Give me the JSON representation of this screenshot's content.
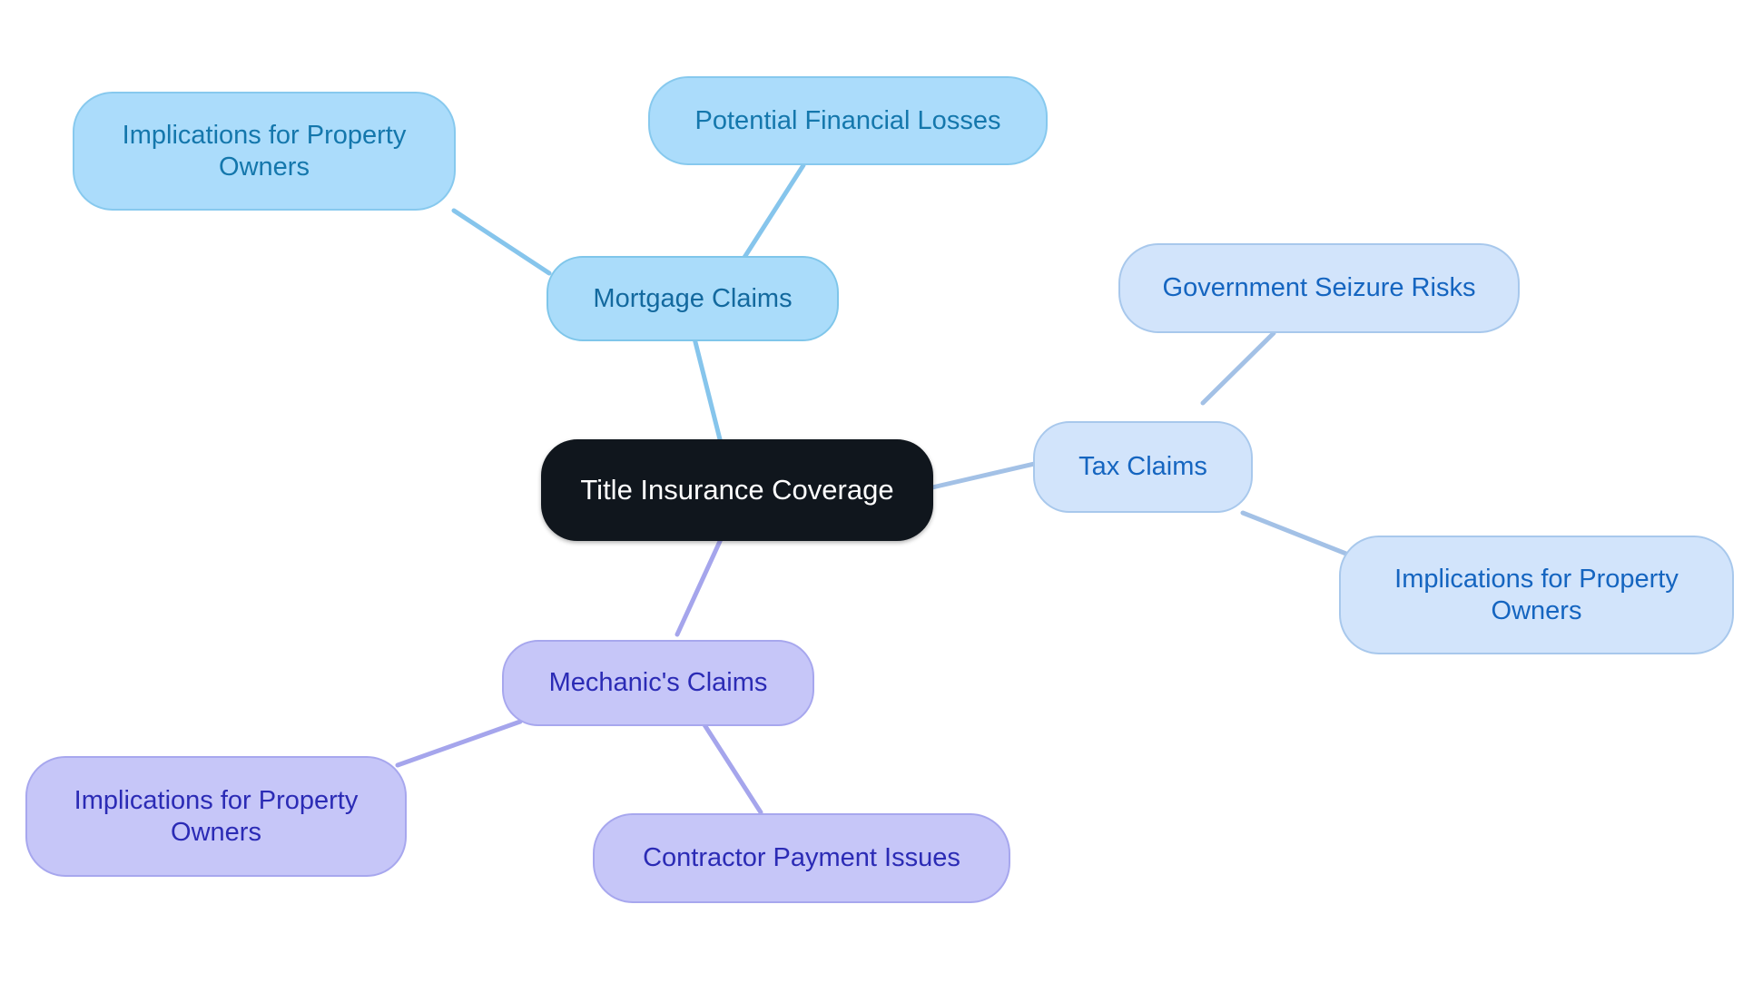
{
  "diagram": {
    "type": "mindmap",
    "title": "Title Insurance Coverage",
    "background_color": "#ffffff",
    "root": {
      "id": "root",
      "label": "Title Insurance Coverage",
      "fill": "#10161d",
      "text_color": "#ffffff"
    },
    "branches": [
      {
        "id": "mortgage-claims",
        "label": "Mortgage Claims",
        "fill": "#aadcfa",
        "border": "#7fc6ea",
        "text_color": "#13699e",
        "edge_color": "#86c5ec",
        "children": [
          {
            "id": "implications-for-property-owners-mortgage",
            "label": "Implications for Property\nOwners",
            "fill": "#abdcfb",
            "border": "#87c9ee",
            "text_color": "#1477ac"
          },
          {
            "id": "potential-financial-losses",
            "label": "Potential Financial Losses",
            "fill": "#abdcfb",
            "border": "#87c9ee",
            "text_color": "#1477ac"
          }
        ]
      },
      {
        "id": "tax-claims",
        "label": "Tax Claims",
        "fill": "#d2e4fb",
        "border": "#a8c8ec",
        "text_color": "#1565c0",
        "edge_color": "#a3c1e6",
        "children": [
          {
            "id": "government-seizure-risks",
            "label": "Government Seizure Risks",
            "fill": "#d2e4fb",
            "border": "#a8c8ec",
            "text_color": "#1565c0"
          },
          {
            "id": "implications-for-property-owners-tax",
            "label": "Implications for Property\nOwners",
            "fill": "#d2e4fb",
            "border": "#a8c8ec",
            "text_color": "#1565c0"
          }
        ]
      },
      {
        "id": "mechanics-claims",
        "label": "Mechanic's Claims",
        "fill": "#c6c6f8",
        "border": "#a7a7ee",
        "text_color": "#2b2bb5",
        "edge_color": "#a5a5ec",
        "children": [
          {
            "id": "implications-for-property-owners-mechanics",
            "label": "Implications for Property\nOwners",
            "fill": "#c6c6f8",
            "border": "#a7a7ee",
            "text_color": "#2b2bb5"
          },
          {
            "id": "contractor-payment-issues",
            "label": "Contractor Payment Issues",
            "fill": "#c6c6f8",
            "border": "#a7a7ee",
            "text_color": "#2b2bb5"
          }
        ]
      }
    ]
  },
  "nodes": {
    "root": {
      "label": "Title Insurance Coverage"
    },
    "mortgage_claims": {
      "label": "Mortgage Claims"
    },
    "implications_mortgage": {
      "label": "Implications for Property\nOwners"
    },
    "potential_financial_losses": {
      "label": "Potential Financial Losses"
    },
    "tax_claims": {
      "label": "Tax Claims"
    },
    "government_seizure_risks": {
      "label": "Government Seizure Risks"
    },
    "implications_tax": {
      "label": "Implications for Property\nOwners"
    },
    "mechanics_claims": {
      "label": "Mechanic's Claims"
    },
    "implications_mechanics": {
      "label": "Implications for Property\nOwners"
    },
    "contractor_payment_issues": {
      "label": "Contractor Payment Issues"
    }
  },
  "edges": [
    {
      "from": "root",
      "to": "mortgage_claims",
      "color": "#86c5ec"
    },
    {
      "from": "mortgage_claims",
      "to": "implications_mortgage",
      "color": "#86c5ec"
    },
    {
      "from": "mortgage_claims",
      "to": "potential_financial_losses",
      "color": "#86c5ec"
    },
    {
      "from": "root",
      "to": "tax_claims",
      "color": "#a3c1e6"
    },
    {
      "from": "tax_claims",
      "to": "government_seizure_risks",
      "color": "#a3c1e6"
    },
    {
      "from": "tax_claims",
      "to": "implications_tax",
      "color": "#a3c1e6"
    },
    {
      "from": "root",
      "to": "mechanics_claims",
      "color": "#a5a5ec"
    },
    {
      "from": "mechanics_claims",
      "to": "implications_mechanics",
      "color": "#a5a5ec"
    },
    {
      "from": "mechanics_claims",
      "to": "contractor_payment_issues",
      "color": "#a5a5ec"
    }
  ]
}
